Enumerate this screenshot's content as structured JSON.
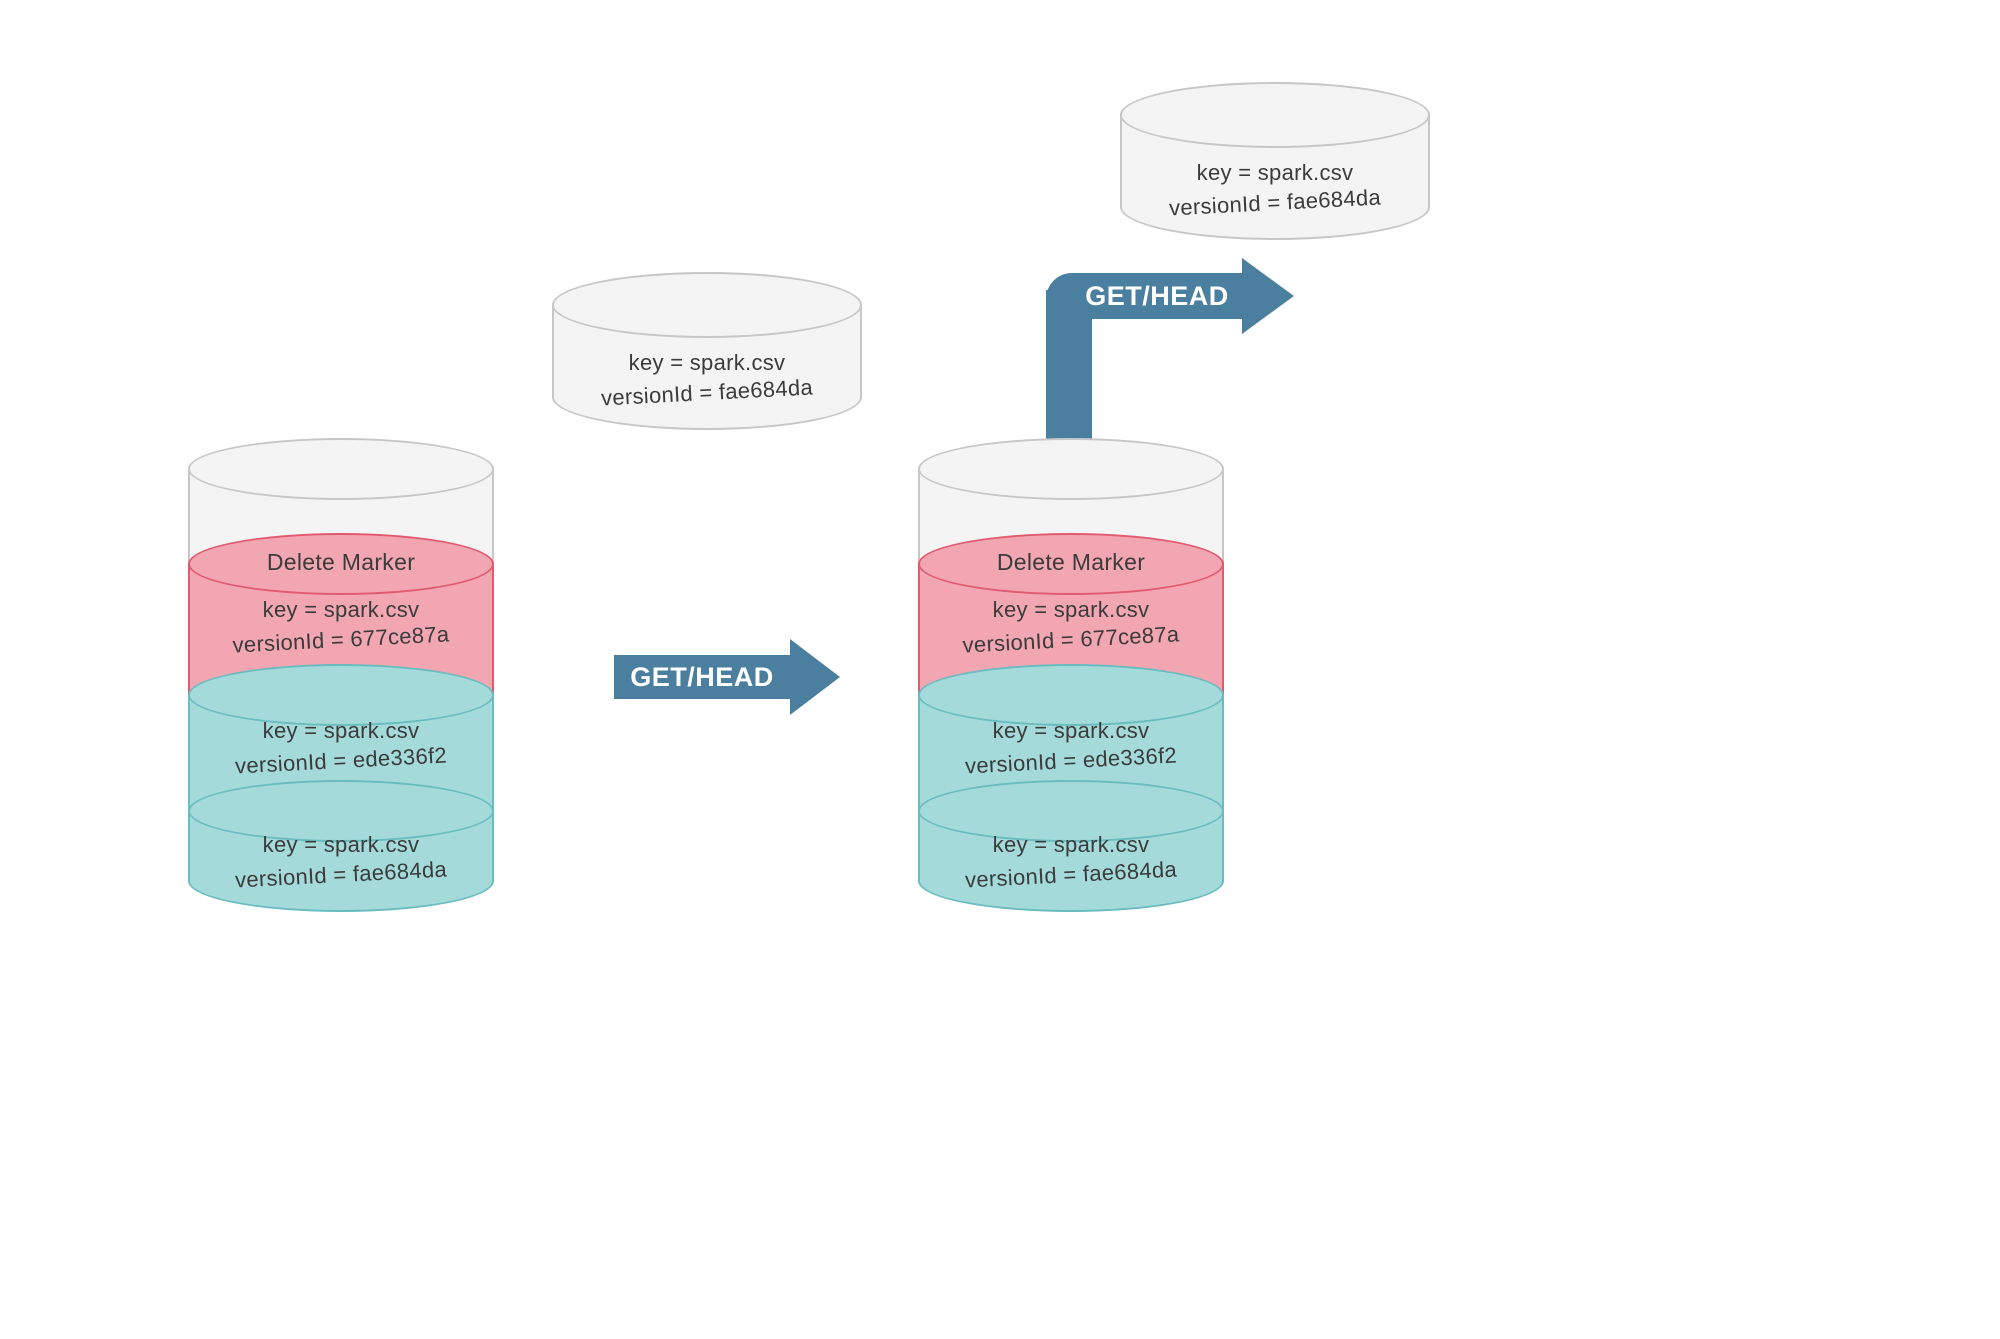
{
  "colors": {
    "background": "#ffffff",
    "gray_fill": "#f4f4f5",
    "gray_stroke": "#c7c7c9",
    "red_fill": "#f1a6b2",
    "red_stroke": "#e25a70",
    "teal_fill": "#a5dadb",
    "teal_stroke": "#69bcbf",
    "arrow": "#4b7f9f",
    "text": "#3b3b3b"
  },
  "arrows": {
    "get_head_1": "GET/HEAD",
    "get_head_2": "GET/HEAD"
  },
  "objects": {
    "floating": {
      "key": "key = spark.csv",
      "version": "versionId = fae684da"
    },
    "result": {
      "key": "key = spark.csv",
      "version": "versionId = fae684da"
    }
  },
  "left_stack": {
    "delete_marker": {
      "label": "Delete Marker",
      "key": "key = spark.csv",
      "version": "versionId = 677ce87a"
    },
    "versions": [
      {
        "key": "key = spark.csv",
        "version": "versionId = ede336f2"
      },
      {
        "key": "key = spark.csv",
        "version": "versionId = fae684da"
      }
    ]
  },
  "right_stack": {
    "delete_marker": {
      "label": "Delete Marker",
      "key": "key = spark.csv",
      "version": "versionId = 677ce87a"
    },
    "versions": [
      {
        "key": "key = spark.csv",
        "version": "versionId = ede336f2"
      },
      {
        "key": "key = spark.csv",
        "version": "versionId = fae684da"
      }
    ]
  }
}
